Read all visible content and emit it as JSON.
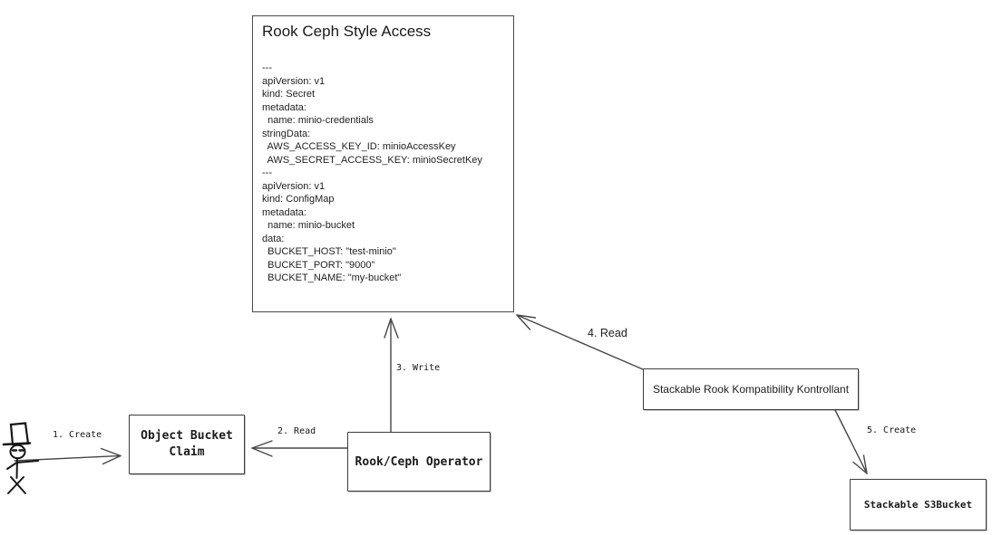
{
  "diagram": {
    "colors": {
      "stroke": "#474747",
      "text": "#141414",
      "background": "#ffffff"
    },
    "title_box": {
      "title": "Rook Ceph Style Access",
      "yaml": "---\napiVersion: v1\nkind: Secret\nmetadata:\n  name: minio-credentials\nstringData:\n  AWS_ACCESS_KEY_ID: minioAccessKey\n  AWS_SECRET_ACCESS_KEY: minioSecretKey\n---\napiVersion: v1\nkind: ConfigMap\nmetadata:\n  name: minio-bucket\ndata:\n  BUCKET_HOST: \"test-minio\"\n  BUCKET_PORT: \"9000\"\n  BUCKET_NAME: \"my-bucket\""
    },
    "nodes": {
      "object_bucket_claim": {
        "label": "Object Bucket Claim"
      },
      "rook_ceph_operator": {
        "label": "Rook/Ceph Operator"
      },
      "stackable_kontrollant": {
        "label": "Stackable Rook Kompatibility Kontrollant"
      },
      "stackable_s3bucket": {
        "label": "Stackable S3Bucket"
      }
    },
    "actor": {
      "name": "user"
    },
    "edges": {
      "e1": {
        "label": "1. Create",
        "from": "user",
        "to": "object_bucket_claim"
      },
      "e2": {
        "label": "2. Read",
        "from": "rook_ceph_operator",
        "to": "object_bucket_claim"
      },
      "e3": {
        "label": "3. Write",
        "from": "rook_ceph_operator",
        "to": "rook_ceph_style_access"
      },
      "e4": {
        "label": "4. Read",
        "from": "stackable_kontrollant",
        "to": "rook_ceph_style_access"
      },
      "e5": {
        "label": "5. Create",
        "from": "stackable_kontrollant",
        "to": "stackable_s3bucket"
      }
    }
  }
}
